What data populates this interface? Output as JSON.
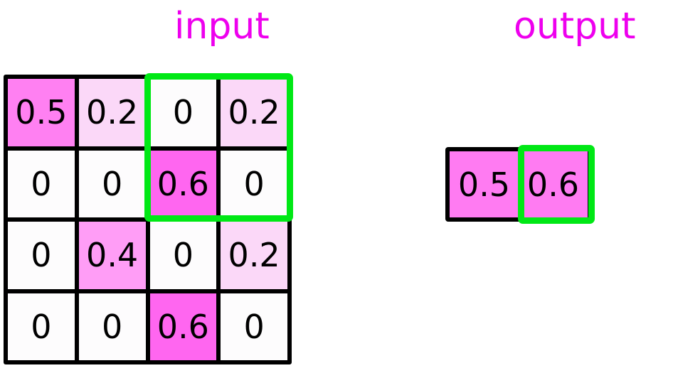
{
  "labels": {
    "input": "input",
    "output": "output"
  },
  "colors": {
    "title": "#ee00ee",
    "highlight": "#00e815",
    "grid_line": "#000000",
    "text": "#000000",
    "value_0": "#fdfcfd",
    "value_0.2": "#fbd8f8",
    "value_0.4": "#ff9df6",
    "value_0.5": "#ff80f2",
    "value_0.6": "#ff66f0",
    "output_cell": "#ff7bf2"
  },
  "input_grid": {
    "rows": 4,
    "cols": 4,
    "cells": [
      [
        {
          "value": "0.5",
          "color": "#ff80f2"
        },
        {
          "value": "0.2",
          "color": "#fbd8f8"
        },
        {
          "value": "0",
          "color": "#fdfcfd"
        },
        {
          "value": "0.2",
          "color": "#fbd8f8"
        }
      ],
      [
        {
          "value": "0",
          "color": "#fdfcfd"
        },
        {
          "value": "0",
          "color": "#fdfcfd"
        },
        {
          "value": "0.6",
          "color": "#ff66f0"
        },
        {
          "value": "0",
          "color": "#fdfcfd"
        }
      ],
      [
        {
          "value": "0",
          "color": "#fdfcfd"
        },
        {
          "value": "0.4",
          "color": "#ff9df6"
        },
        {
          "value": "0",
          "color": "#fdfcfd"
        },
        {
          "value": "0.2",
          "color": "#fbd8f8"
        }
      ],
      [
        {
          "value": "0",
          "color": "#fdfcfd"
        },
        {
          "value": "0",
          "color": "#fdfcfd"
        },
        {
          "value": "0.6",
          "color": "#ff66f0"
        },
        {
          "value": "0",
          "color": "#fdfcfd"
        }
      ]
    ],
    "highlight": {
      "row_start": 0,
      "row_end": 1,
      "col_start": 2,
      "col_end": 3
    }
  },
  "output_grid": {
    "rows": 1,
    "cols": 2,
    "cells": [
      [
        {
          "value": "0.5",
          "color": "#ff7bf2"
        },
        {
          "value": "0.6",
          "color": "#ff7bf2"
        }
      ]
    ],
    "highlight": {
      "row_start": 0,
      "row_end": 0,
      "col_start": 1,
      "col_end": 1
    }
  }
}
